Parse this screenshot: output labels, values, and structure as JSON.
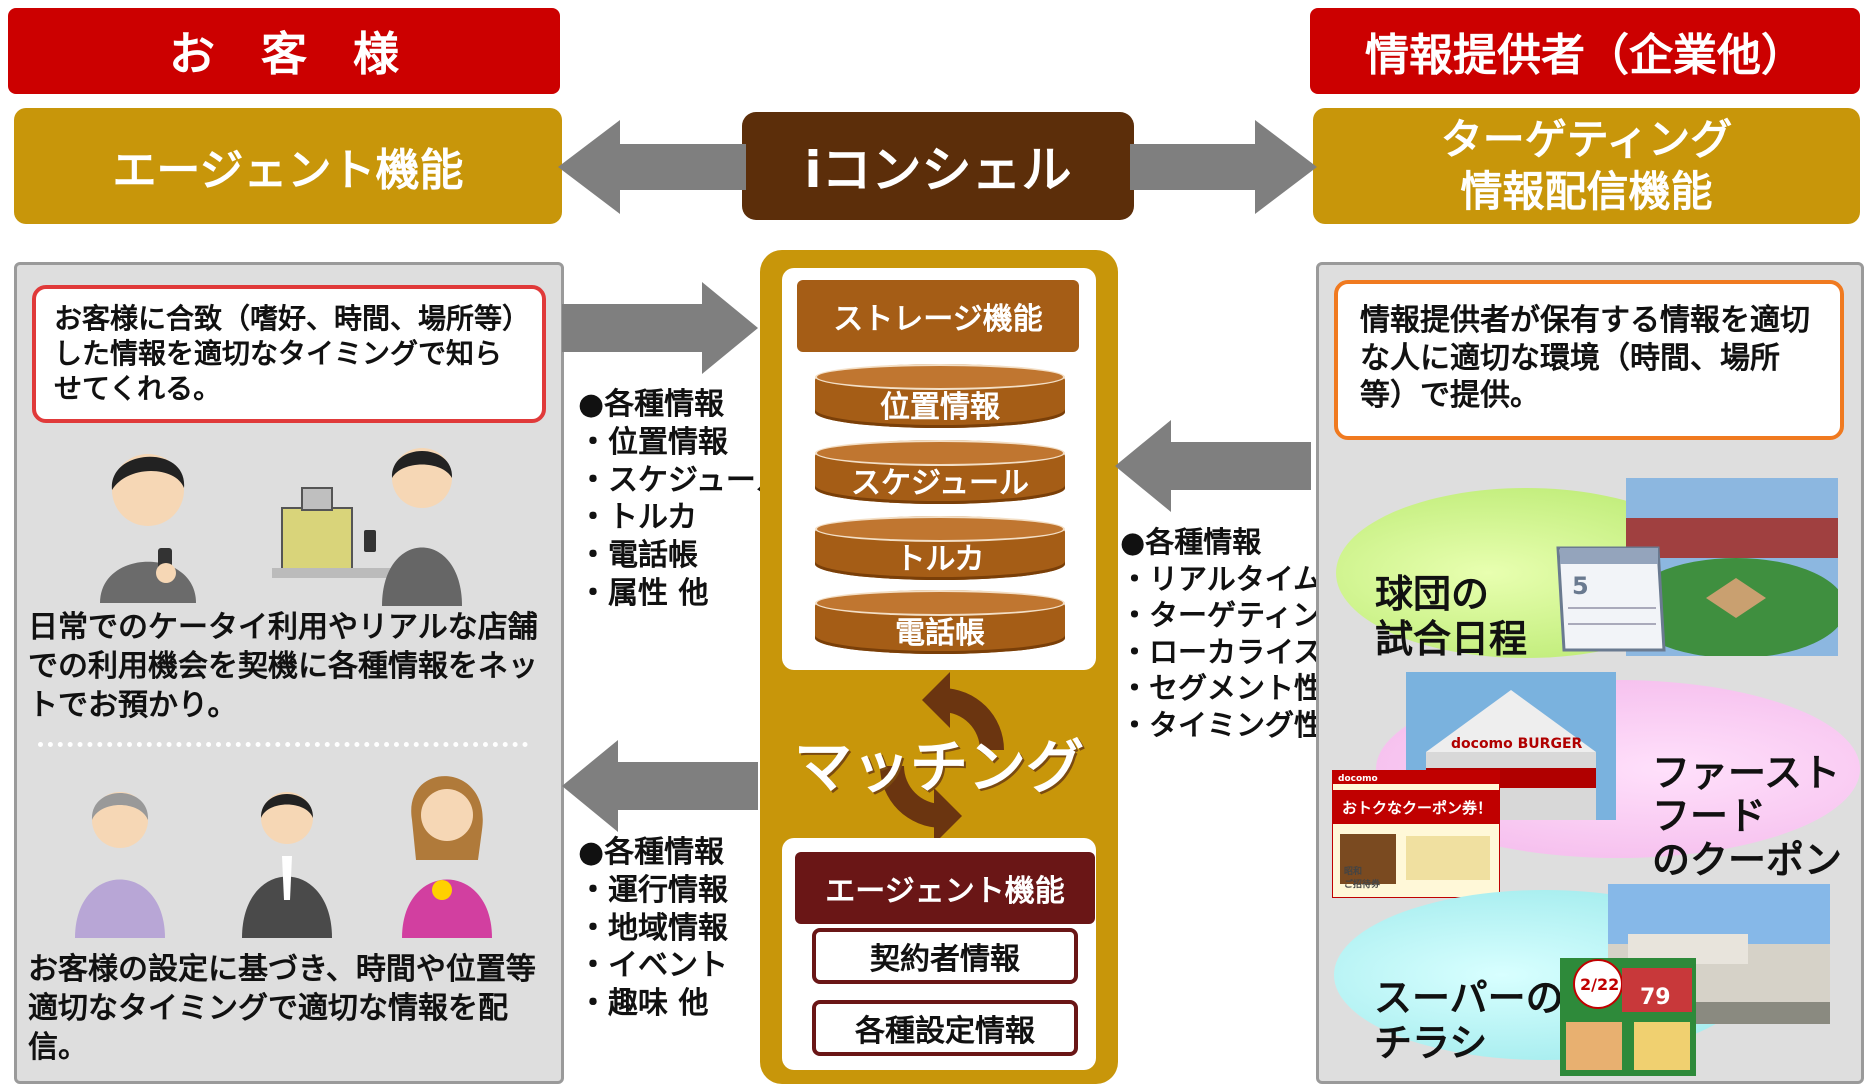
{
  "header_left": "お　客　様",
  "header_right": "情報提供者（企業他）",
  "left_function": "エージェント機能",
  "center_title": "iコンシェル",
  "right_function": "ターゲティング\n情報配信機能",
  "left_panel": {
    "callout": "お客様に合致（嗜好、時間、場所等）した情報を適切なタイミングで知らせてくれる。",
    "text1": "日常でのケータイ利用やリアルな店舗での利用機会を契機に各種情報をネットでお預かり。",
    "text2": "お客様の設定に基づき、時間や位置等適切なタイミングで適切な情報を配信。"
  },
  "list_upper": [
    "●各種情報",
    "・位置情報",
    "・スケジュール",
    "・トルカ",
    "・電話帳",
    "・属性 他"
  ],
  "list_lower": [
    "●各種情報",
    "・運行情報",
    "・地域情報",
    "・イベント",
    "・趣味 他"
  ],
  "list_right": [
    "●各種情報",
    "・リアルタイム性",
    "・ターゲティング性",
    "・ローカライス性",
    "・セグメント性",
    "・タイミング性"
  ],
  "storage": {
    "title": "ストレージ機能",
    "items": [
      "位置情報",
      "スケジュール",
      "トルカ",
      "電話帳"
    ]
  },
  "matching": "マッチング",
  "agent": {
    "title": "エージェント機能",
    "items": [
      "契約者情報",
      "各種設定情報"
    ]
  },
  "right_panel": {
    "callout": "情報提供者が保有する情報を適切な人に適切な環境（時間、場所等）で提供。",
    "bubble1": "球団の\n試合日程",
    "bubble2": "ファースト\nフード\nのクーポン",
    "bubble3": "スーパーの\nチラシ"
  },
  "images": {
    "calendar_month": "5",
    "burger_sign": "docomo BURGER",
    "coupon_brand": "docomo",
    "coupon_title": "おトクなクーポン券！",
    "coupon_line1": "昭和",
    "coupon_line2": "ご招待券",
    "flyer_date": "2/22",
    "flyer_price": "79"
  },
  "colors": {
    "red": "#cc0000",
    "gold": "#c8960a",
    "dark_brown": "#5c2e0a",
    "cylinder": "#a55d16",
    "arrow": "#7f7f7f",
    "bubble_green": "#c8f08a",
    "bubble_pink": "#f7c4f0",
    "bubble_cyan": "#a8eef0"
  }
}
